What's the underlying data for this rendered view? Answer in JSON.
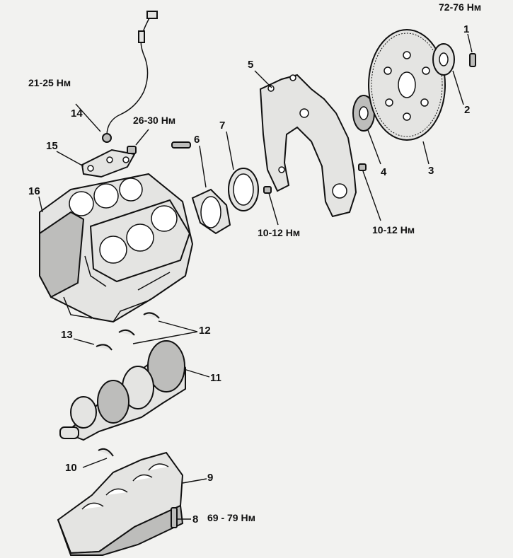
{
  "callouts": [
    {
      "id": "c1",
      "text": "1"
    },
    {
      "id": "c2",
      "text": "2"
    },
    {
      "id": "c3",
      "text": "3"
    },
    {
      "id": "c4",
      "text": "4"
    },
    {
      "id": "c5",
      "text": "5"
    },
    {
      "id": "c6",
      "text": "6"
    },
    {
      "id": "c7",
      "text": "7"
    },
    {
      "id": "c8",
      "text": "8"
    },
    {
      "id": "c9",
      "text": "9"
    },
    {
      "id": "c10",
      "text": "10"
    },
    {
      "id": "c11",
      "text": "11"
    },
    {
      "id": "c12",
      "text": "12"
    },
    {
      "id": "c13",
      "text": "13"
    },
    {
      "id": "c14",
      "text": "14"
    },
    {
      "id": "c15",
      "text": "15"
    },
    {
      "id": "c16",
      "text": "16"
    }
  ],
  "torques": {
    "flywheel_bolt": "72-76 Нм",
    "sensor": "21-25 Нм",
    "bracket_bolt": "26-30 Нм",
    "plate_bolt_left": "10-12 Нм",
    "plate_bolt_right": "10-12 Нм",
    "bearing_cap_bolt": "69 - 79 Нм"
  },
  "colors": {
    "background": "#f2f2f0",
    "line": "#111111",
    "part_fill": "#e4e4e2",
    "shade_fill": "#bdbdbb"
  }
}
